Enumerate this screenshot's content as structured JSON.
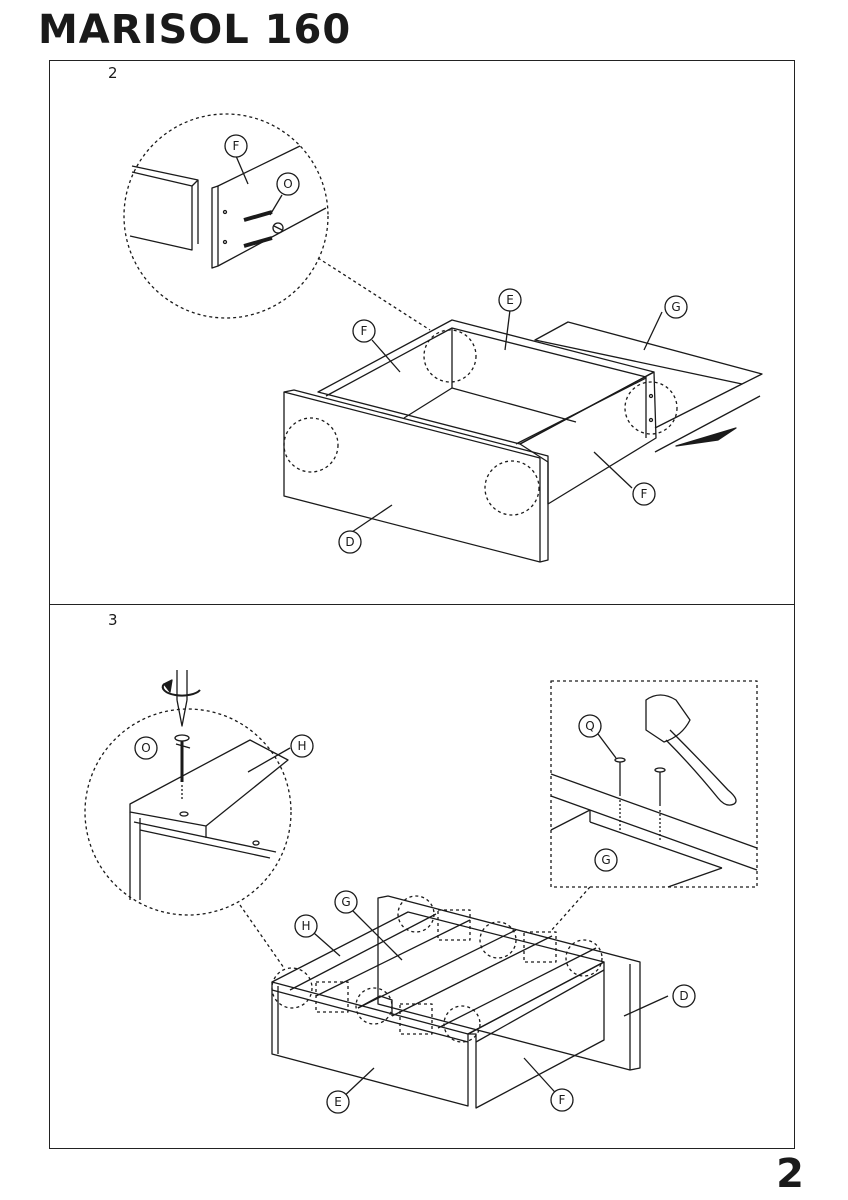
{
  "header": {
    "title": "MARISOL 160"
  },
  "footer": {
    "page_number": "2"
  },
  "steps": [
    {
      "number": "2"
    },
    {
      "number": "3"
    }
  ],
  "labels": {
    "s2_detail_F": "F",
    "s2_detail_O": "O",
    "s2_E": "E",
    "s2_G": "G",
    "s2_F_left": "F",
    "s2_F_right": "F",
    "s2_D": "D",
    "s3_O": "O",
    "s3_H_detail": "H",
    "s3_Q": "Q",
    "s3_G_detail": "G",
    "s3_G": "G",
    "s3_H": "H",
    "s3_D": "D",
    "s3_E": "E",
    "s3_F": "F"
  }
}
